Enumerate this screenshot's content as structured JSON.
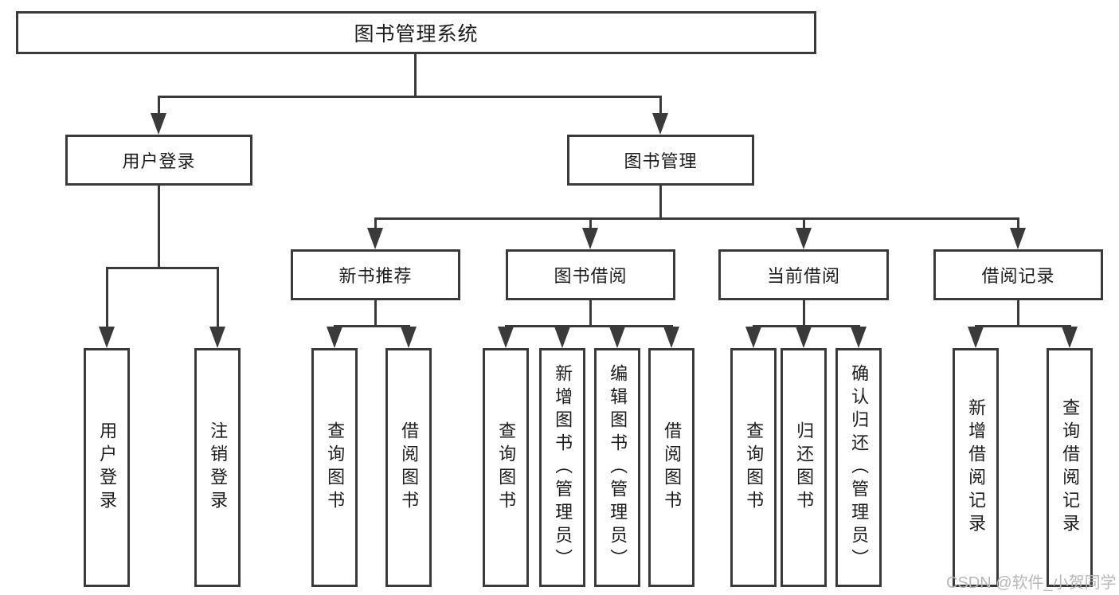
{
  "diagram": {
    "root": {
      "label": "图书管理系统"
    },
    "branches": [
      {
        "label": "用户登录",
        "leaves": [
          {
            "label": "用户登录"
          },
          {
            "label": "注销登录"
          }
        ]
      },
      {
        "label": "图书管理",
        "groups": [
          {
            "label": "新书推荐",
            "leaves": [
              {
                "label": "查询图书"
              },
              {
                "label": "借阅图书"
              }
            ]
          },
          {
            "label": "图书借阅",
            "leaves": [
              {
                "label": "查询图书"
              },
              {
                "label": "新增图书（管理员）"
              },
              {
                "label": "编辑图书（管理员）"
              },
              {
                "label": "借阅图书"
              }
            ]
          },
          {
            "label": "当前借阅",
            "leaves": [
              {
                "label": "查询图书"
              },
              {
                "label": "归还图书"
              },
              {
                "label": "确认归还（管理员）"
              }
            ]
          },
          {
            "label": "借阅记录",
            "leaves": [
              {
                "label": "新增借阅记录"
              },
              {
                "label": "查询借阅记录"
              }
            ]
          }
        ]
      }
    ]
  },
  "watermark": {
    "text": "CSDN @软件_小贺同学"
  },
  "colors": {
    "line": "#3a3a3a",
    "text": "#1c1c1c",
    "watermark": "#b7b7b7",
    "background": "#ffffff"
  }
}
